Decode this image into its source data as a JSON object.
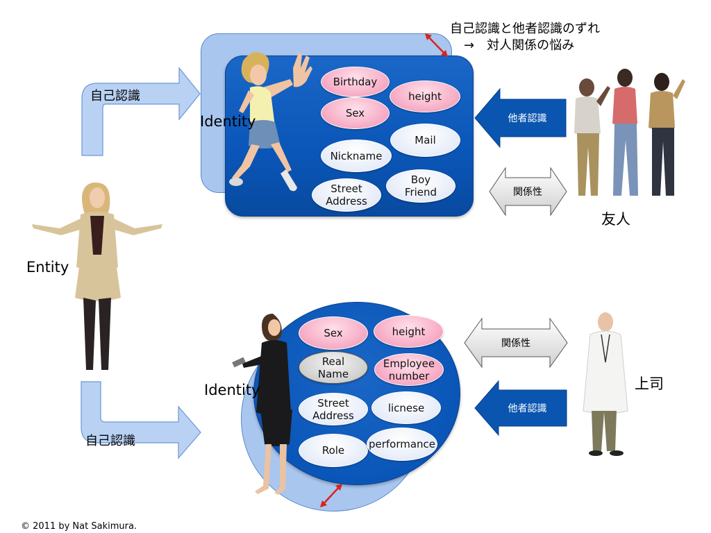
{
  "header": {
    "line1": "自己認識と他者認識のずれ",
    "line2": "→　対人関係の悩み"
  },
  "entity_label": "Entity",
  "top": {
    "identity_label": "Identity",
    "self_recognition": "自己認識",
    "other_recognition": "他者認識",
    "relation": "関係性",
    "party": "友人",
    "attributes": [
      {
        "text": "Birthday",
        "style": "pink"
      },
      {
        "text": "height",
        "style": "pink"
      },
      {
        "text": "Sex",
        "style": "pink"
      },
      {
        "text": "Mail",
        "style": "white"
      },
      {
        "text": "Nickname",
        "style": "white"
      },
      {
        "text": "Boy\nFriend",
        "style": "white"
      },
      {
        "text": "Street\nAddress",
        "style": "white"
      }
    ]
  },
  "bottom": {
    "identity_label": "Identity",
    "self_recognition": "自己認識",
    "other_recognition": "他者認識",
    "relation": "関係性",
    "party": "上司",
    "attributes": [
      {
        "text": "Sex",
        "style": "pink"
      },
      {
        "text": "height",
        "style": "pink"
      },
      {
        "text": "Real\nName",
        "style": "gray"
      },
      {
        "text": "Employee\nnumber",
        "style": "pink"
      },
      {
        "text": "Street\nAddress",
        "style": "white"
      },
      {
        "text": "licnese",
        "style": "white"
      },
      {
        "text": "Role",
        "style": "white"
      },
      {
        "text": "performance",
        "style": "white"
      }
    ]
  },
  "copyright": "© 2011 by Nat Sakimura.",
  "colors": {
    "identity_box": "#0a56b8",
    "shadow_box": "#a9c6ef",
    "arrow_light": "#b9d2f4",
    "arrow_dark": "#0a55b0",
    "accent_red": "#d8241a"
  },
  "images": [
    "jumping-girl",
    "woman-shrugging",
    "three-friends",
    "businesswoman-with-phone",
    "doctor"
  ]
}
